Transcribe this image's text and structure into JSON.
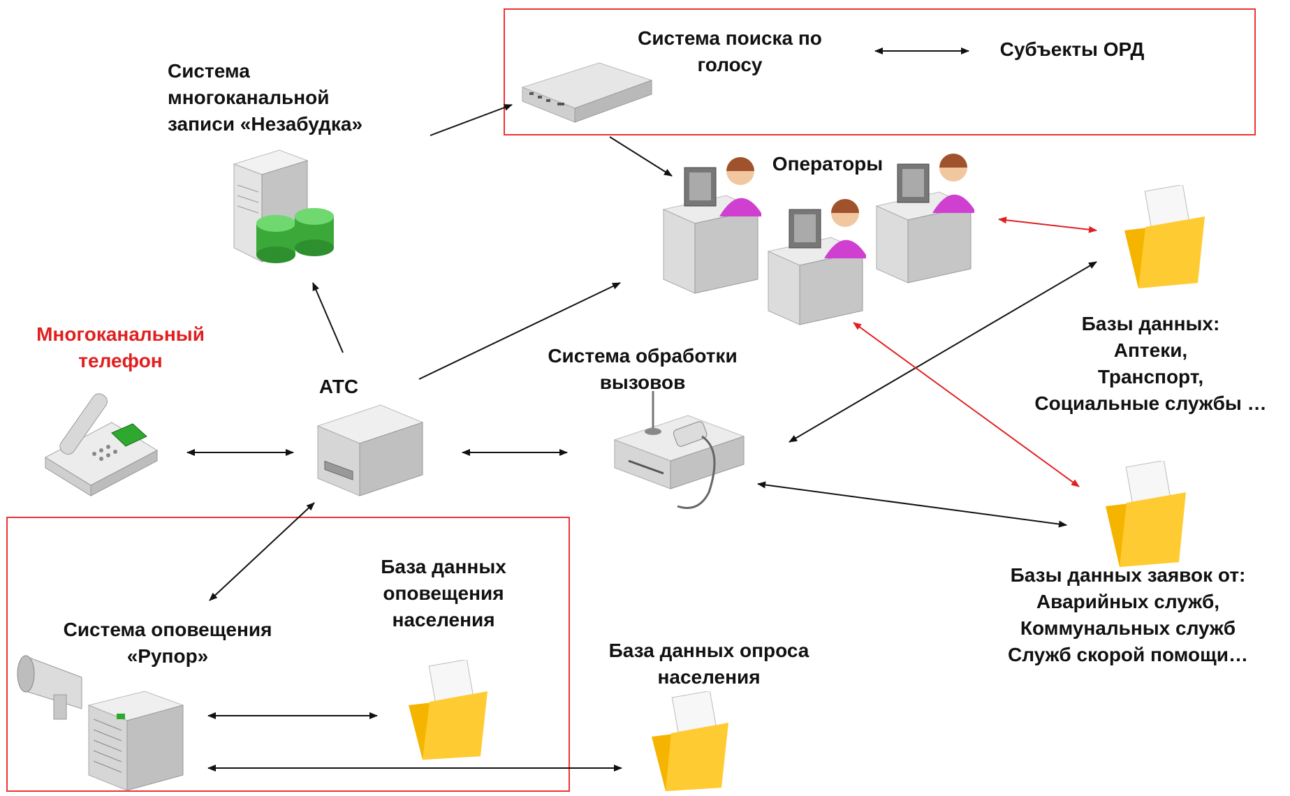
{
  "labels": {
    "voice_search": [
      "Система поиска по",
      "голосу"
    ],
    "ord": "Субъекты ОРД",
    "nezabudka": [
      "Система",
      "многоканальной",
      "записи «Незабудка»"
    ],
    "operators": "Операторы",
    "phone": [
      "Многоканальный",
      "телефон"
    ],
    "atc": "АТС",
    "call_processing": [
      "Система обработки",
      "вызовов"
    ],
    "databases": [
      "Базы данных:",
      "Аптеки,",
      "Транспорт,",
      "Социальные службы …"
    ],
    "requests_db": [
      "Базы данных заявок от:",
      "Аварийных служб,",
      "Коммунальных служб",
      "Служб скорой помощи…"
    ],
    "alert_db": [
      "База данных",
      "оповещения",
      "населения"
    ],
    "rupor": [
      "Система оповещения",
      "«Рупор»"
    ],
    "survey_db": [
      "База данных опроса",
      "населения"
    ]
  },
  "colors": {
    "text": "#111111",
    "phone_label": "#e02020",
    "frame": "#e33333",
    "arrow": "#111111",
    "arrow_red": "#e02020",
    "folder": "#f5b400",
    "green_db": "#3aa93a"
  },
  "icons": {
    "voice_search": "server-box-icon",
    "nezabudka": "tower-server-with-database-icon",
    "operators": "operator-workstation-icon",
    "phone": "desk-phone-icon",
    "atc": "pbx-box-icon",
    "call_processing": "call-processor-with-microphone-icon",
    "databases": "folder-icon",
    "rupor": "megaphone-and-server-icon"
  }
}
